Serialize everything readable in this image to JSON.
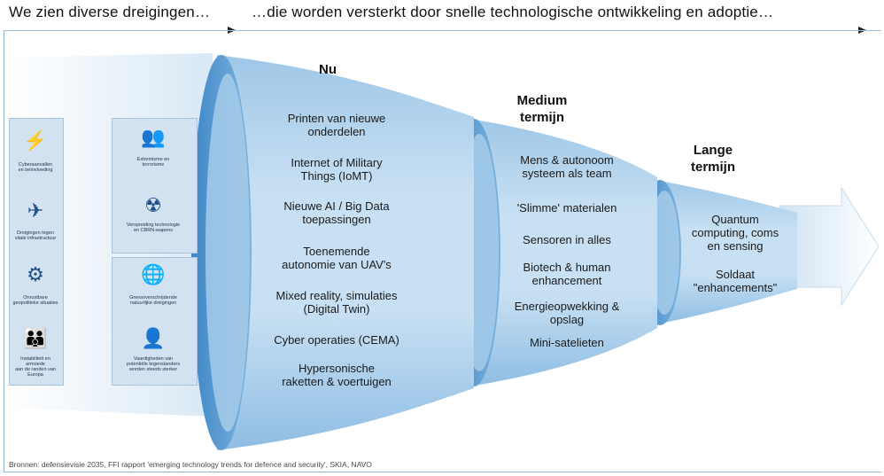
{
  "header": {
    "left": "We zien diverse dreigingen…",
    "right": "…die worden versterkt door snelle technologische ontwikkeling en adoptie…"
  },
  "columns": [
    {
      "title_lines": [
        "Nu"
      ],
      "items": [
        [
          "Printen van nieuwe",
          "onderdelen"
        ],
        [
          "Internet of Military",
          "Things (IoMT)"
        ],
        [
          "Nieuwe AI / Big Data",
          "toepassingen"
        ],
        [
          "Toenemende",
          "autonomie van UAV's"
        ],
        [
          "Mixed reality, simulaties",
          "(Digital Twin)"
        ],
        [
          "Cyber operaties (CEMA)"
        ],
        [
          "Hypersonische",
          "raketten & voertuigen"
        ]
      ]
    },
    {
      "title_lines": [
        "Medium",
        "termijn"
      ],
      "items": [
        [
          "Mens & autonoom",
          "systeem als team"
        ],
        [
          "'Slimme' materialen"
        ],
        [
          "Sensoren in alles"
        ],
        [
          "Biotech & human",
          "enhancement"
        ],
        [
          "Energieopwekking &",
          "opslag"
        ],
        [
          "Mini-satelieten"
        ]
      ]
    },
    {
      "title_lines": [
        "Lange",
        "termijn"
      ],
      "items": [
        [
          "Quantum",
          "computing, coms",
          "en sensing"
        ],
        [
          "Soldaat",
          "\"enhancements\""
        ]
      ]
    }
  ],
  "threats": [
    {
      "icon": "cyber-icon",
      "glyph": "⚡",
      "label_lines": [
        "Cyberaanvallen",
        "en beïnvloeding"
      ]
    },
    {
      "icon": "people-group-icon",
      "glyph": "👥",
      "label_lines": [
        "Extremisme en",
        "terrorisme"
      ]
    },
    {
      "icon": "infrastructure-icon",
      "glyph": "✈",
      "label_lines": [
        "Dreigingen tegen",
        "vitale infrastructuur"
      ]
    },
    {
      "icon": "cbrn-icon",
      "glyph": "☢",
      "label_lines": [
        "Verspreiding technologie",
        "en CBRN-wapens"
      ]
    },
    {
      "icon": "geopolitics-icon",
      "glyph": "⚙",
      "label_lines": [
        "Onrustbare",
        "geopolitieke situaties"
      ]
    },
    {
      "icon": "globe-icon",
      "glyph": "🌐",
      "label_lines": [
        "Grensoverschrijdende",
        "natuurlijke dreigingen"
      ]
    },
    {
      "icon": "crowd-icon",
      "glyph": "👪",
      "label_lines": [
        "Instabiliteit en armoede",
        "aan de randen van",
        "Europa"
      ]
    },
    {
      "icon": "network-icon",
      "glyph": "👤",
      "label_lines": [
        "Vaardigheden van",
        "potentiële tegenstanders",
        "worden steeds sterker"
      ]
    }
  ],
  "source": "Bronnen: defensievisie 2035, FFI rapport 'emerging technology trends for defence and security', SKIA, NAVO",
  "colors": {
    "funnel_light": "#b8d5ec",
    "funnel_mid": "#8dbbe0",
    "funnel_dark": "#5f9fd2",
    "rim": "#4f93cf",
    "background_ray": "#dceaf5"
  }
}
